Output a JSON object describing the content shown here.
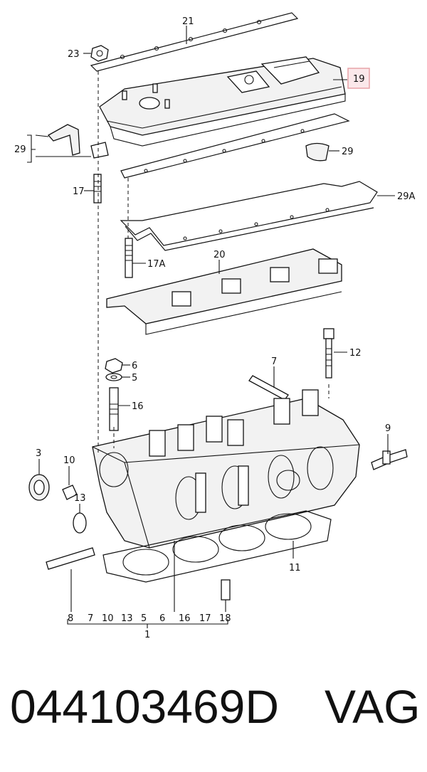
{
  "diagram": {
    "callouts": {
      "c21": "21",
      "c23": "23",
      "c19": "19",
      "c29_left": "29",
      "c29_right": "29",
      "c29a": "29A",
      "c17": "17",
      "c17a": "17A",
      "c20": "20",
      "c12": "12",
      "c6": "6",
      "c5": "5",
      "c7": "7",
      "c16": "16",
      "c9": "9",
      "c3": "3",
      "c10": "10",
      "c13": "13",
      "c11": "11"
    },
    "bottom_row": [
      "8",
      "7",
      "10",
      "13",
      "5",
      "6",
      "16",
      "17",
      "18"
    ],
    "assembly_label": "1",
    "highlight_color": "#e8a3a8"
  },
  "footer": {
    "part_number": "044103469D",
    "brand": "VAG"
  }
}
